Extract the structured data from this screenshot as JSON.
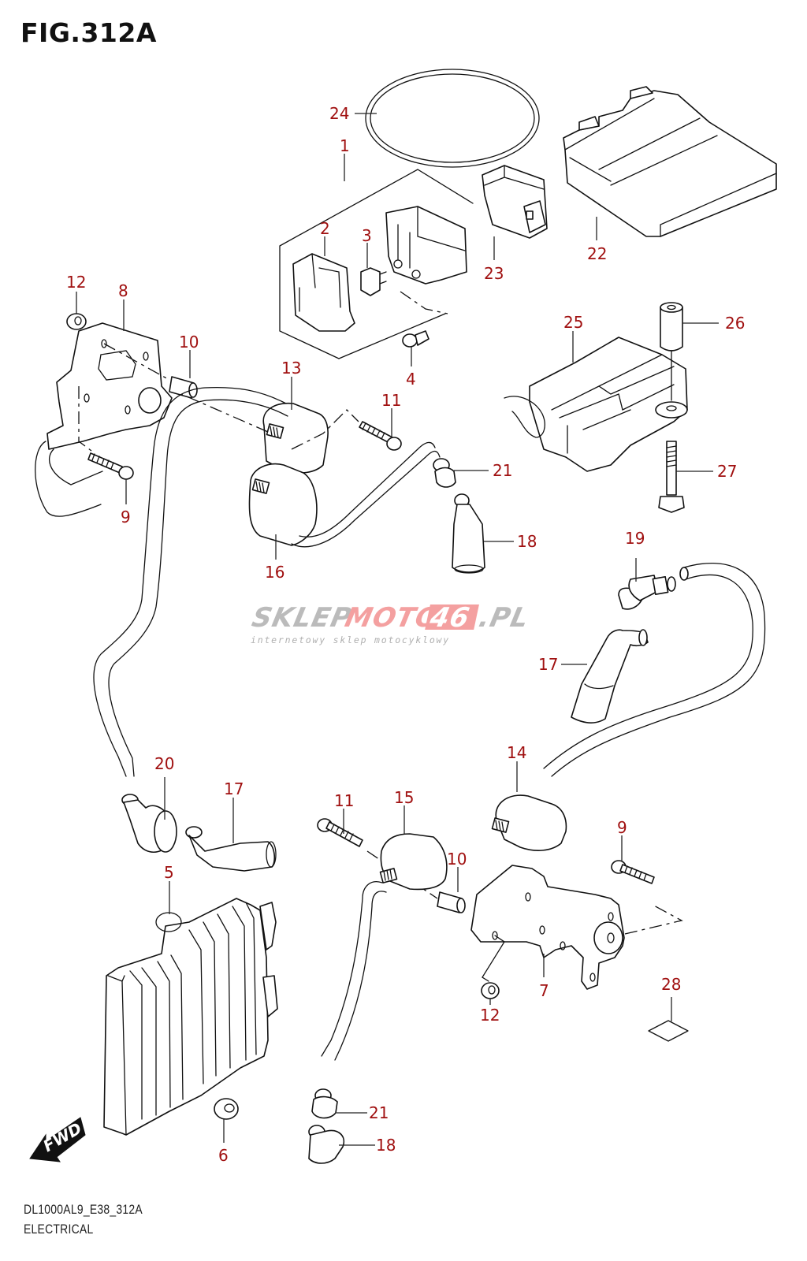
{
  "figure": {
    "title": "FIG.312A",
    "code": "DL1000AL9_E38_312A",
    "section": "ELECTRICAL",
    "label_color": "#a01010"
  },
  "watermark": {
    "part1": "SKLEP",
    "part2": "MOTO",
    "part3": "46",
    "part4": ".PL",
    "tagline": "internetowy sklep motocyklowy",
    "gray": "#b8b8b8",
    "red": "#f08080"
  },
  "direction_indicator": {
    "label": "FWD",
    "icon": "arrow-down-left-icon"
  },
  "callouts": [
    {
      "id": "c1",
      "label": "1",
      "part": "fuse-box-assembly"
    },
    {
      "id": "c2",
      "label": "2",
      "part": "fuse-box-cover"
    },
    {
      "id": "c3",
      "label": "3",
      "part": "fuse"
    },
    {
      "id": "c4",
      "label": "4",
      "part": "screw"
    },
    {
      "id": "c5",
      "label": "5",
      "part": "regulator-rectifier"
    },
    {
      "id": "c6",
      "label": "6",
      "part": "nut"
    },
    {
      "id": "c7",
      "label": "7",
      "part": "bracket-right"
    },
    {
      "id": "c8",
      "label": "8",
      "part": "bracket-left"
    },
    {
      "id": "c9a",
      "label": "9",
      "part": "bolt"
    },
    {
      "id": "c9b",
      "label": "9",
      "part": "bolt"
    },
    {
      "id": "c10a",
      "label": "10",
      "part": "spacer"
    },
    {
      "id": "c10b",
      "label": "10",
      "part": "spacer"
    },
    {
      "id": "c11a",
      "label": "11",
      "part": "bolt"
    },
    {
      "id": "c11b",
      "label": "11",
      "part": "bolt"
    },
    {
      "id": "c12a",
      "label": "12",
      "part": "nut"
    },
    {
      "id": "c12b",
      "label": "12",
      "part": "nut"
    },
    {
      "id": "c13",
      "label": "13",
      "part": "ignition-coil"
    },
    {
      "id": "c14",
      "label": "14",
      "part": "ignition-coil"
    },
    {
      "id": "c15",
      "label": "15",
      "part": "ignition-coil"
    },
    {
      "id": "c16",
      "label": "16",
      "part": "ignition-coil"
    },
    {
      "id": "c17a",
      "label": "17",
      "part": "plug-cap"
    },
    {
      "id": "c17b",
      "label": "17",
      "part": "plug-cap"
    },
    {
      "id": "c18a",
      "label": "18",
      "part": "plug-cap"
    },
    {
      "id": "c18b",
      "label": "18",
      "part": "plug-cap"
    },
    {
      "id": "c19",
      "label": "19",
      "part": "plug-cap-elbow"
    },
    {
      "id": "c20",
      "label": "20",
      "part": "plug-cap-elbow"
    },
    {
      "id": "c21a",
      "label": "21",
      "part": "seal"
    },
    {
      "id": "c21b",
      "label": "21",
      "part": "seal"
    },
    {
      "id": "c22",
      "label": "22",
      "part": "ecm"
    },
    {
      "id": "c23",
      "label": "23",
      "part": "relay"
    },
    {
      "id": "c24",
      "label": "24",
      "part": "band"
    },
    {
      "id": "c25",
      "label": "25",
      "part": "ignition-unit"
    },
    {
      "id": "c26",
      "label": "26",
      "part": "cushion"
    },
    {
      "id": "c27",
      "label": "27",
      "part": "bolt"
    },
    {
      "id": "c28",
      "label": "28",
      "part": "pad"
    }
  ]
}
